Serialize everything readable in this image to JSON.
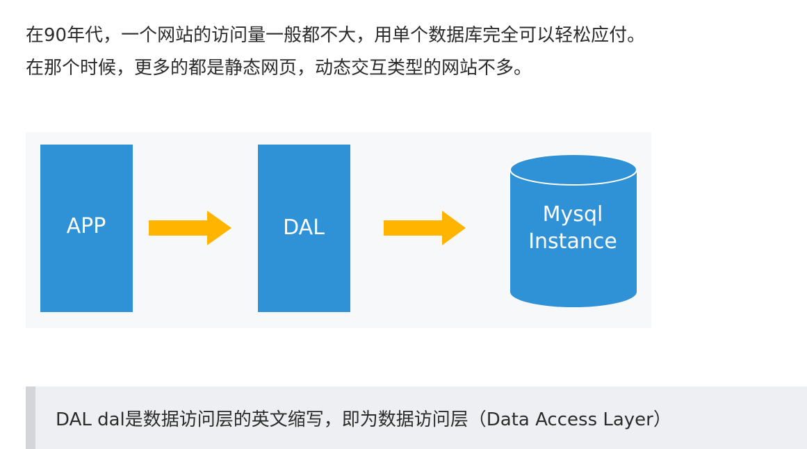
{
  "intro": {
    "line1": "在90年代，一个网站的访问量一般都不大，用单个数据库完全可以轻松应付。",
    "line2": "在那个时候，更多的都是静态网页，动态交互类型的网站不多。"
  },
  "diagram": {
    "app_label": "APP",
    "dal_label": "DAL",
    "db_label_line1": "Mysql",
    "db_label_line2": "Instance",
    "colors": {
      "box": "#2f91d6",
      "arrow": "#ffb400",
      "text": "#ffffff"
    }
  },
  "note": {
    "text": "DAL dal是数据访问层的英文缩写，即为数据访问层（Data Access Layer）"
  }
}
